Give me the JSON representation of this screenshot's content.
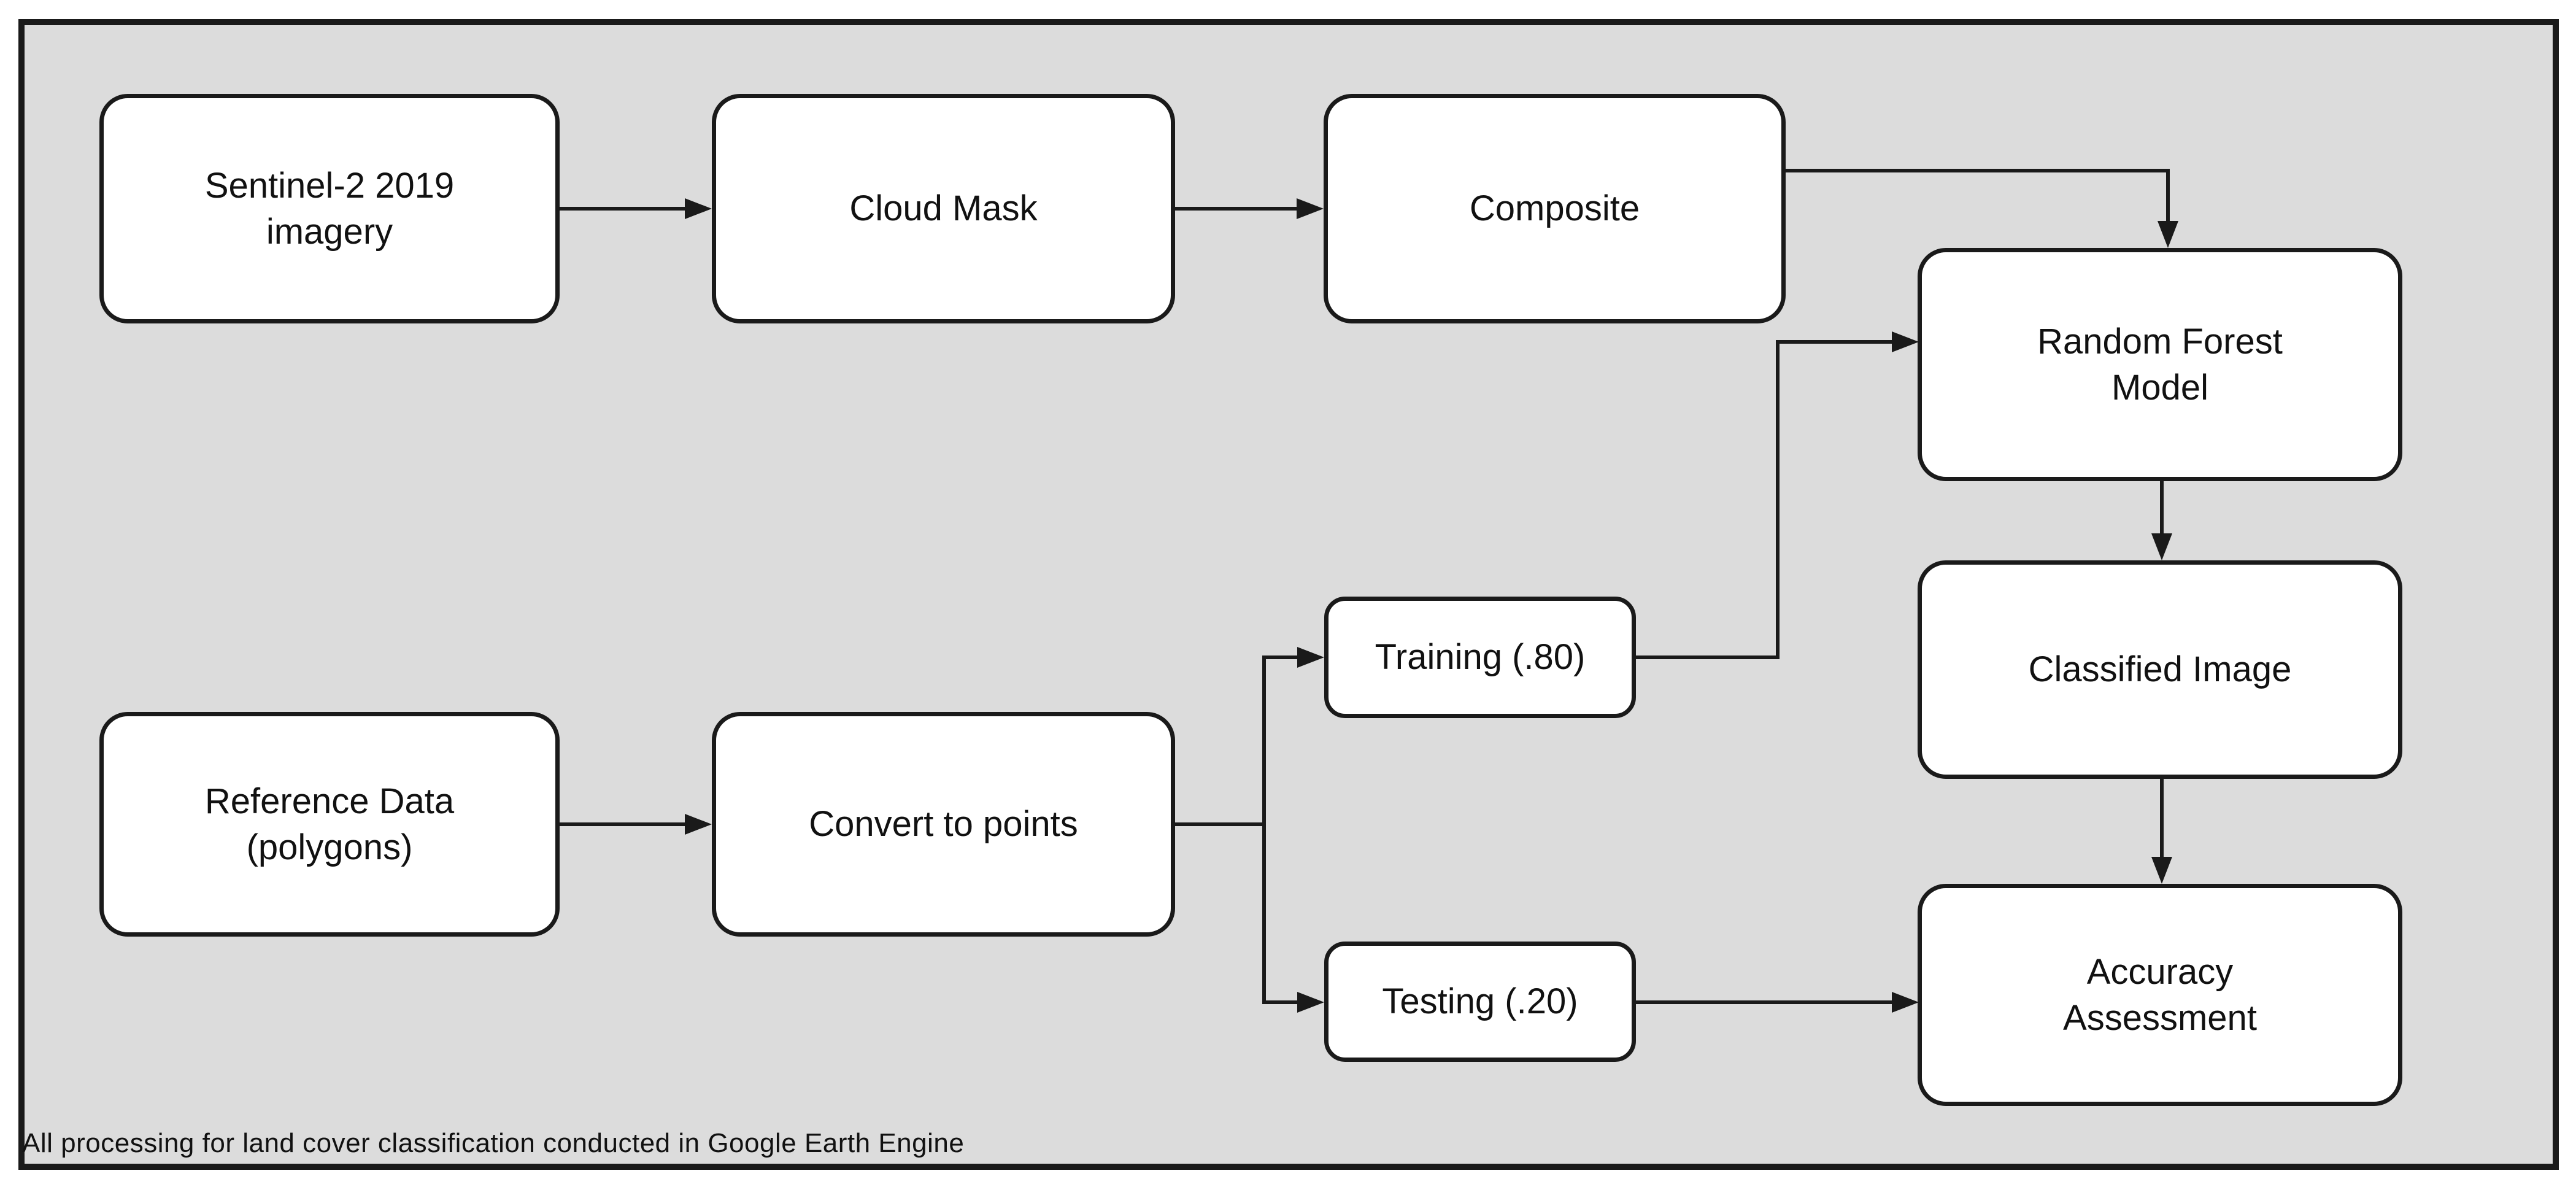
{
  "diagram": {
    "caption": "All processing for land cover classification conducted in Google Earth Engine",
    "nodes": {
      "sentinel": {
        "label": "Sentinel-2 2019\nimagery"
      },
      "cloud_mask": {
        "label": "Cloud Mask"
      },
      "composite": {
        "label": "Composite"
      },
      "random_forest": {
        "label": "Random Forest\nModel"
      },
      "training": {
        "label": "Training (.80)"
      },
      "testing": {
        "label": "Testing (.20)"
      },
      "reference": {
        "label": "Reference Data\n(polygons)"
      },
      "convert": {
        "label": "Convert to points"
      },
      "classified": {
        "label": "Classified Image"
      },
      "accuracy": {
        "label": "Accuracy\nAssessment"
      }
    },
    "edges": [
      {
        "from": "Sentinel-2 2019 imagery",
        "to": "Cloud Mask"
      },
      {
        "from": "Cloud Mask",
        "to": "Composite"
      },
      {
        "from": "Composite",
        "to": "Random Forest Model"
      },
      {
        "from": "Reference Data (polygons)",
        "to": "Convert to points"
      },
      {
        "from": "Convert to points",
        "to": "Training (.80)"
      },
      {
        "from": "Convert to points",
        "to": "Testing (.20)"
      },
      {
        "from": "Training (.80)",
        "to": "Random Forest Model"
      },
      {
        "from": "Random Forest Model",
        "to": "Classified Image"
      },
      {
        "from": "Classified Image",
        "to": "Accuracy Assessment"
      },
      {
        "from": "Testing (.20)",
        "to": "Accuracy Assessment"
      }
    ],
    "colors": {
      "canvas_background": "#dcdcdc",
      "node_fill": "#ffffff",
      "stroke": "#1a1a1a",
      "text": "#111111",
      "page_margin": "#ffffff"
    }
  }
}
